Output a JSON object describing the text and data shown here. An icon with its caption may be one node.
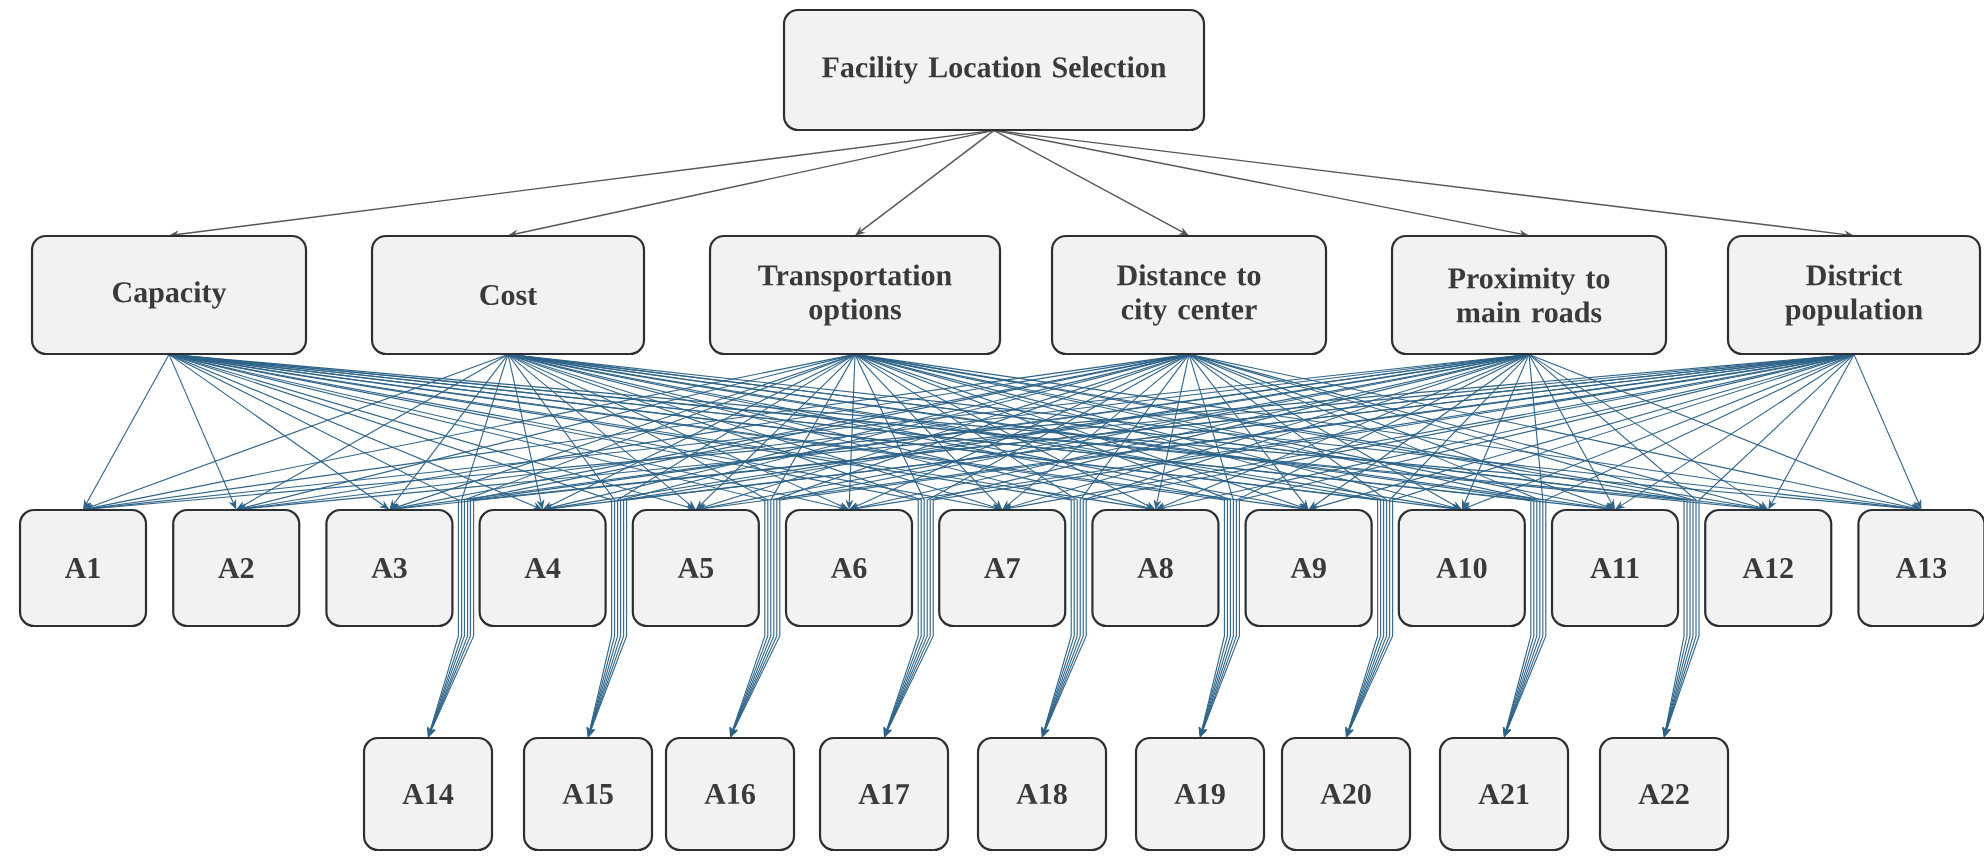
{
  "diagram": {
    "nodes": [
      {
        "text": [
          "Facility Location Selection"
        ]
      },
      {
        "text": [
          "Capacity"
        ]
      },
      {
        "text": [
          "Cost"
        ]
      },
      {
        "text": [
          "Transportation options"
        ]
      },
      {
        "text": [
          "Distance to city center"
        ]
      },
      {
        "text": [
          "Proximity to main roads"
        ]
      },
      {
        "text": [
          "District population"
        ]
      },
      {
        "text": [
          "A1"
        ]
      },
      {
        "text": [
          "A2"
        ]
      },
      {
        "text": [
          "A3"
        ]
      },
      {
        "text": [
          "A4"
        ]
      },
      {
        "text": [
          "A5"
        ]
      },
      {
        "text": [
          "A6"
        ]
      },
      {
        "text": [
          "A7"
        ]
      },
      {
        "text": [
          "A8"
        ]
      },
      {
        "text": [
          "A9"
        ]
      },
      {
        "text": [
          "A10"
        ]
      },
      {
        "text": [
          "A11"
        ]
      },
      {
        "text": [
          "A12"
        ]
      },
      {
        "text": [
          "A13"
        ]
      },
      {
        "text": [
          "A14"
        ]
      },
      {
        "text": [
          "A15"
        ]
      },
      {
        "text": [
          "A16"
        ]
      },
      {
        "text": [
          "A17"
        ]
      },
      {
        "text": [
          "A18"
        ]
      },
      {
        "text": [
          "A19"
        ]
      },
      {
        "text": [
          "A20"
        ]
      },
      {
        "text": [
          "A21"
        ]
      },
      {
        "text": [
          "A22"
        ]
      }
    ],
    "edges": [
      {
        "from": 0,
        "to": 1,
        "arrow": "to",
        "color": "#555555"
      },
      {
        "from": 0,
        "to": 2,
        "arrow": "to",
        "color": "#555555"
      },
      {
        "from": 0,
        "to": 3,
        "arrow": "to",
        "color": "#555555"
      },
      {
        "from": 0,
        "to": 4,
        "arrow": "to",
        "color": "#555555"
      },
      {
        "from": 0,
        "to": 5,
        "arrow": "to",
        "color": "#555555"
      },
      {
        "from": 0,
        "to": 6,
        "arrow": "to",
        "color": "#555555"
      },
      {
        "from": 1,
        "to": 7,
        "arrow": "to"
      },
      {
        "from": 1,
        "to": 8,
        "arrow": "to"
      },
      {
        "from": 1,
        "to": 9,
        "arrow": "to"
      },
      {
        "from": 1,
        "to": 10,
        "arrow": "to"
      },
      {
        "from": 1,
        "to": 11,
        "arrow": "to"
      },
      {
        "from": 1,
        "to": 12,
        "arrow": "to"
      },
      {
        "from": 1,
        "to": 13,
        "arrow": "to"
      },
      {
        "from": 1,
        "to": 14,
        "arrow": "to"
      },
      {
        "from": 1,
        "to": 15,
        "arrow": "to"
      },
      {
        "from": 1,
        "to": 16,
        "arrow": "to"
      },
      {
        "from": 1,
        "to": 17,
        "arrow": "to"
      },
      {
        "from": 1,
        "to": 18,
        "arrow": "to"
      },
      {
        "from": 1,
        "to": 19,
        "arrow": "to"
      },
      {
        "from": 1,
        "to": 20,
        "arrow": "to"
      },
      {
        "from": 1,
        "to": 21,
        "arrow": "to"
      },
      {
        "from": 1,
        "to": 22,
        "arrow": "to"
      },
      {
        "from": 1,
        "to": 23,
        "arrow": "to"
      },
      {
        "from": 1,
        "to": 24,
        "arrow": "to"
      },
      {
        "from": 1,
        "to": 25,
        "arrow": "to"
      },
      {
        "from": 1,
        "to": 26,
        "arrow": "to"
      },
      {
        "from": 1,
        "to": 27,
        "arrow": "to"
      },
      {
        "from": 1,
        "to": 28,
        "arrow": "to"
      },
      {
        "from": 2,
        "to": 7,
        "arrow": "to"
      },
      {
        "from": 2,
        "to": 8,
        "arrow": "to"
      },
      {
        "from": 2,
        "to": 9,
        "arrow": "to"
      },
      {
        "from": 2,
        "to": 10,
        "arrow": "to"
      },
      {
        "from": 2,
        "to": 11,
        "arrow": "to"
      },
      {
        "from": 2,
        "to": 12,
        "arrow": "to"
      },
      {
        "from": 2,
        "to": 13,
        "arrow": "to"
      },
      {
        "from": 2,
        "to": 14,
        "arrow": "to"
      },
      {
        "from": 2,
        "to": 15,
        "arrow": "to"
      },
      {
        "from": 2,
        "to": 16,
        "arrow": "to"
      },
      {
        "from": 2,
        "to": 17,
        "arrow": "to"
      },
      {
        "from": 2,
        "to": 18,
        "arrow": "to"
      },
      {
        "from": 2,
        "to": 19,
        "arrow": "to"
      },
      {
        "from": 2,
        "to": 20,
        "arrow": "to"
      },
      {
        "from": 2,
        "to": 21,
        "arrow": "to"
      },
      {
        "from": 2,
        "to": 22,
        "arrow": "to"
      },
      {
        "from": 2,
        "to": 23,
        "arrow": "to"
      },
      {
        "from": 2,
        "to": 24,
        "arrow": "to"
      },
      {
        "from": 2,
        "to": 25,
        "arrow": "to"
      },
      {
        "from": 2,
        "to": 26,
        "arrow": "to"
      },
      {
        "from": 2,
        "to": 27,
        "arrow": "to"
      },
      {
        "from": 2,
        "to": 28,
        "arrow": "to"
      },
      {
        "from": 3,
        "to": 7,
        "arrow": "to"
      },
      {
        "from": 3,
        "to": 8,
        "arrow": "to"
      },
      {
        "from": 3,
        "to": 9,
        "arrow": "to"
      },
      {
        "from": 3,
        "to": 10,
        "arrow": "to"
      },
      {
        "from": 3,
        "to": 11,
        "arrow": "to"
      },
      {
        "from": 3,
        "to": 12,
        "arrow": "to"
      },
      {
        "from": 3,
        "to": 13,
        "arrow": "to"
      },
      {
        "from": 3,
        "to": 14,
        "arrow": "to"
      },
      {
        "from": 3,
        "to": 15,
        "arrow": "to"
      },
      {
        "from": 3,
        "to": 16,
        "arrow": "to"
      },
      {
        "from": 3,
        "to": 17,
        "arrow": "to"
      },
      {
        "from": 3,
        "to": 18,
        "arrow": "to"
      },
      {
        "from": 3,
        "to": 19,
        "arrow": "to"
      },
      {
        "from": 3,
        "to": 20,
        "arrow": "to"
      },
      {
        "from": 3,
        "to": 21,
        "arrow": "to"
      },
      {
        "from": 3,
        "to": 22,
        "arrow": "to"
      },
      {
        "from": 3,
        "to": 23,
        "arrow": "to"
      },
      {
        "from": 3,
        "to": 24,
        "arrow": "to"
      },
      {
        "from": 3,
        "to": 25,
        "arrow": "to"
      },
      {
        "from": 3,
        "to": 26,
        "arrow": "to"
      },
      {
        "from": 3,
        "to": 27,
        "arrow": "to"
      },
      {
        "from": 3,
        "to": 28,
        "arrow": "to"
      },
      {
        "from": 4,
        "to": 7,
        "arrow": "to"
      },
      {
        "from": 4,
        "to": 8,
        "arrow": "to"
      },
      {
        "from": 4,
        "to": 9,
        "arrow": "to"
      },
      {
        "from": 4,
        "to": 10,
        "arrow": "to"
      },
      {
        "from": 4,
        "to": 11,
        "arrow": "to"
      },
      {
        "from": 4,
        "to": 12,
        "arrow": "to"
      },
      {
        "from": 4,
        "to": 13,
        "arrow": "to"
      },
      {
        "from": 4,
        "to": 14,
        "arrow": "to"
      },
      {
        "from": 4,
        "to": 15,
        "arrow": "to"
      },
      {
        "from": 4,
        "to": 16,
        "arrow": "to"
      },
      {
        "from": 4,
        "to": 17,
        "arrow": "to"
      },
      {
        "from": 4,
        "to": 18,
        "arrow": "to"
      },
      {
        "from": 4,
        "to": 19,
        "arrow": "to"
      },
      {
        "from": 4,
        "to": 20,
        "arrow": "to"
      },
      {
        "from": 4,
        "to": 21,
        "arrow": "to"
      },
      {
        "from": 4,
        "to": 22,
        "arrow": "to"
      },
      {
        "from": 4,
        "to": 23,
        "arrow": "to"
      },
      {
        "from": 4,
        "to": 24,
        "arrow": "to"
      },
      {
        "from": 4,
        "to": 25,
        "arrow": "to"
      },
      {
        "from": 4,
        "to": 26,
        "arrow": "to"
      },
      {
        "from": 4,
        "to": 27,
        "arrow": "to"
      },
      {
        "from": 4,
        "to": 28,
        "arrow": "to"
      },
      {
        "from": 5,
        "to": 7,
        "arrow": "to"
      },
      {
        "from": 5,
        "to": 8,
        "arrow": "to"
      },
      {
        "from": 5,
        "to": 9,
        "arrow": "to"
      },
      {
        "from": 5,
        "to": 10,
        "arrow": "to"
      },
      {
        "from": 5,
        "to": 11,
        "arrow": "to"
      },
      {
        "from": 5,
        "to": 12,
        "arrow": "to"
      },
      {
        "from": 5,
        "to": 13,
        "arrow": "to"
      },
      {
        "from": 5,
        "to": 14,
        "arrow": "to"
      },
      {
        "from": 5,
        "to": 15,
        "arrow": "to"
      },
      {
        "from": 5,
        "to": 16,
        "arrow": "to"
      },
      {
        "from": 5,
        "to": 17,
        "arrow": "to"
      },
      {
        "from": 5,
        "to": 18,
        "arrow": "to"
      },
      {
        "from": 5,
        "to": 19,
        "arrow": "to"
      },
      {
        "from": 5,
        "to": 20,
        "arrow": "to"
      },
      {
        "from": 5,
        "to": 21,
        "arrow": "to"
      },
      {
        "from": 5,
        "to": 22,
        "arrow": "to"
      },
      {
        "from": 5,
        "to": 23,
        "arrow": "to"
      },
      {
        "from": 5,
        "to": 24,
        "arrow": "to"
      },
      {
        "from": 5,
        "to": 25,
        "arrow": "to"
      },
      {
        "from": 5,
        "to": 26,
        "arrow": "to"
      },
      {
        "from": 5,
        "to": 27,
        "arrow": "to"
      },
      {
        "from": 5,
        "to": 28,
        "arrow": "to"
      },
      {
        "from": 6,
        "to": 7,
        "arrow": "to"
      },
      {
        "from": 6,
        "to": 8,
        "arrow": "to"
      },
      {
        "from": 6,
        "to": 9,
        "arrow": "to"
      },
      {
        "from": 6,
        "to": 10,
        "arrow": "to"
      },
      {
        "from": 6,
        "to": 11,
        "arrow": "to"
      },
      {
        "from": 6,
        "to": 12,
        "arrow": "to"
      },
      {
        "from": 6,
        "to": 13,
        "arrow": "to"
      },
      {
        "from": 6,
        "to": 14,
        "arrow": "to"
      },
      {
        "from": 6,
        "to": 15,
        "arrow": "to"
      },
      {
        "from": 6,
        "to": 16,
        "arrow": "to"
      },
      {
        "from": 6,
        "to": 17,
        "arrow": "to"
      },
      {
        "from": 6,
        "to": 18,
        "arrow": "to"
      },
      {
        "from": 6,
        "to": 19,
        "arrow": "to"
      },
      {
        "from": 6,
        "to": 20,
        "arrow": "to"
      },
      {
        "from": 6,
        "to": 21,
        "arrow": "to"
      },
      {
        "from": 6,
        "to": 22,
        "arrow": "to"
      },
      {
        "from": 6,
        "to": 23,
        "arrow": "to"
      },
      {
        "from": 6,
        "to": 24,
        "arrow": "to"
      },
      {
        "from": 6,
        "to": 25,
        "arrow": "to"
      },
      {
        "from": 6,
        "to": 26,
        "arrow": "to"
      },
      {
        "from": 6,
        "to": 27,
        "arrow": "to"
      },
      {
        "from": 6,
        "to": 28,
        "arrow": "to"
      }
    ]
  }
}
